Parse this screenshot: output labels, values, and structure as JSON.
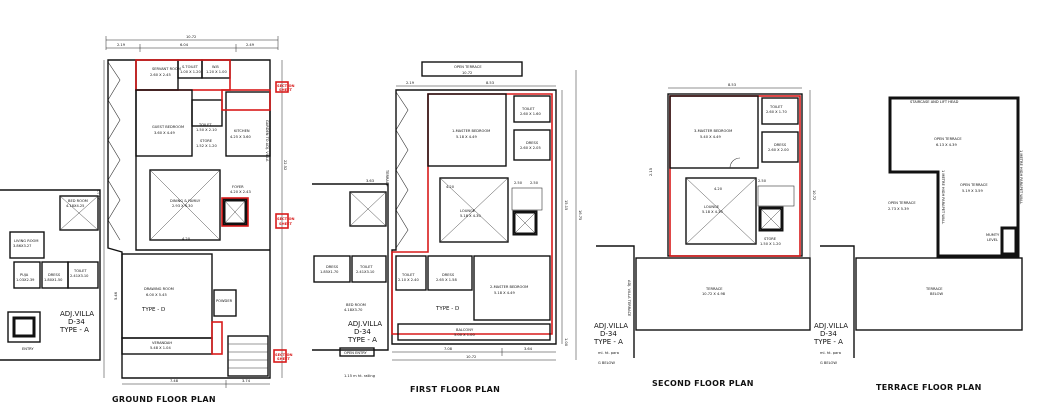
{
  "plans": {
    "ground": {
      "title": "GROUND FLOOR PLAN",
      "rooms": {
        "servant": "SERVANT ROOM",
        "servant_dim": "2.60 X 2.45",
        "stoilet": "S.TOILET",
        "stoilet_dim": "1.00 X 1.20",
        "wb": "W.B",
        "wb_dim": "1.20 X 1.00",
        "guest": "GUEST BEDROOM",
        "guest_dim": "3.60 X 4.49",
        "toilet": "TOILET",
        "toilet_dim": "1.50 X 2.10",
        "store": "STORE",
        "store_dim": "1.52 X 1.20",
        "kitchen": "KITCHEN",
        "kitchen_dim": "4.25 X 3.60",
        "dining": "DINING & FAMILY",
        "dining_dim": "2.93 X 4.30",
        "foyer": "FOYER",
        "foyer_dim": "4.20 X 2.43",
        "drawing": "DRAWING ROOM",
        "drawing_dim": "6.00 X 5.45",
        "type": "TYPE - D",
        "powder": "POWDER",
        "verandah": "VERANDAH",
        "verandah_dim": "5.48 X 1.04"
      },
      "dims": {
        "top": "10.72",
        "top_a": "2.19",
        "top_b": "6.04",
        "top_c": "2.49",
        "mid": "4.20",
        "bottom_a": "7.48",
        "bottom_b": "3.74",
        "side": "22.52",
        "side_b": "5.46",
        "side_c": "21.12"
      },
      "vert_note": "GARDEN TO ADJ. VILLA",
      "tags": [
        "SECTION",
        "SECTION",
        "SECTION"
      ],
      "tag_sub": "SHEET",
      "left_rooms": {
        "bed": "BED ROOM",
        "bed_dim": "4.18X4.25",
        "living": "LIVING ROOM",
        "living_dim": "3.86X3.27",
        "puja": "PUJA",
        "puja_dim": "1.03X2.39",
        "dress": "DRESS",
        "dress_dim": "1.80X1.50",
        "toilet": "TOILET",
        "toilet_dim": "2.41X3.10",
        "adj": "ADJ.VILLA",
        "adj_code": "D-34",
        "adj_type": "TYPE - A",
        "entry": "ENTRY"
      }
    },
    "first": {
      "title": "FIRST FLOOR PLAN",
      "rooms": {
        "open_terrace": "OPEN TERRACE",
        "open_dim": "10.72",
        "mb1": "1-MASTER BEDROOM",
        "mb1_dim": "5.18 X 4.49",
        "toilet1": "TOILET",
        "toilet1_dim": "2.60 X 1.60",
        "dress1": "DRESS",
        "dress1_dim": "2.60 X 2.05",
        "lounge": "LOUNGE",
        "lounge_dim": "5.18 X 4.30",
        "toilet2": "TOILET",
        "toilet2_dim": "2.10 X 2.40",
        "dress2": "DRESS",
        "dress2_dim": "2.65 X 1.58",
        "mb2": "2-MASTER BEDROOM",
        "mb2_dim": "5.18 X 4.49",
        "type": "TYPE - D",
        "balcony": "BALCONY",
        "balcony_dim": "5.00 X 1.00"
      },
      "dims": {
        "top_a": "2.19",
        "top_b": "8.53",
        "mid_a": "4.20",
        "mid_b": "2.50",
        "mid_c": "2.50",
        "bottom_a": "7.08",
        "bottom_b": "3.64",
        "bottom_total": "10.72",
        "side": "15.15",
        "side_b": "16.75",
        "side_c": "1.00",
        "left_top": "3.63"
      },
      "vert_note": "TERRACE",
      "left_rooms": {
        "bed": "BED ROOM",
        "bed_dim": "4.18X3.70",
        "dress": "DRESS",
        "dress_dim": "1.85X1.70",
        "toilet": "TOILET",
        "toilet_dim": "2.41X3.10",
        "adj": "ADJ.VILLA",
        "adj_code": "D-34",
        "adj_type": "TYPE - A",
        "entry": "OPEN ENTRY",
        "note": "1.15 m ht. railing"
      }
    },
    "second": {
      "title": "SECOND FLOOR PLAN",
      "rooms": {
        "mb3": "3-MASTER BEDROOM",
        "mb3_dim": "5.40 X 4.49",
        "toilet": "TOILET",
        "toilet_dim": "2.60 X 1.70",
        "dress": "DRESS",
        "dress_dim": "2.60 X 2.00",
        "lounge": "LOUNGE",
        "lounge_dim": "5.18 X 4.30",
        "store": "STORE",
        "store_dim": "1.50 X 1.20",
        "terrace": "TERRACE",
        "terrace_dim": "10.72 X 4.98"
      },
      "dims": {
        "top": "8.53",
        "mid_a": "4.20",
        "mid_b": "2.50",
        "side": "10.72",
        "side_b": "2.15"
      },
      "adj": "ADJ.VILLA",
      "adj_code": "D-34",
      "adj_type": "TYPE - A",
      "note_a": "ml. ht. para",
      "note_b": "G BELOW",
      "vert_note": "ADJ. VILLA TERRACE"
    },
    "terrace": {
      "title": "TERRACE FLOOR PLAN",
      "rooms": {
        "top_note": "STAIRCASE AND LIFT HEAD",
        "open1": "OPEN TERRACE",
        "open1_dim": "6.13 X 4.39",
        "open2": "OPEN TERRACE",
        "open2_dim": "5.19 X 3.59",
        "open3": "OPEN TERRACE",
        "open3_dim": "2.73 X 5.39",
        "terrace": "TERRACE",
        "terrace_sub": "BELOW",
        "mumty": "MUMTY",
        "mumty_sub": "LEVEL"
      },
      "vert_note": "1 METRE HIGH PARAPET WALL",
      "vert_note2": "1 METRE HIGH PARAPET WALL",
      "adj": "ADJ.VILLA",
      "adj_code": "D-34",
      "adj_type": "TYPE - A",
      "note_a": "ml. ht. para",
      "note_b": "G BELOW"
    }
  }
}
